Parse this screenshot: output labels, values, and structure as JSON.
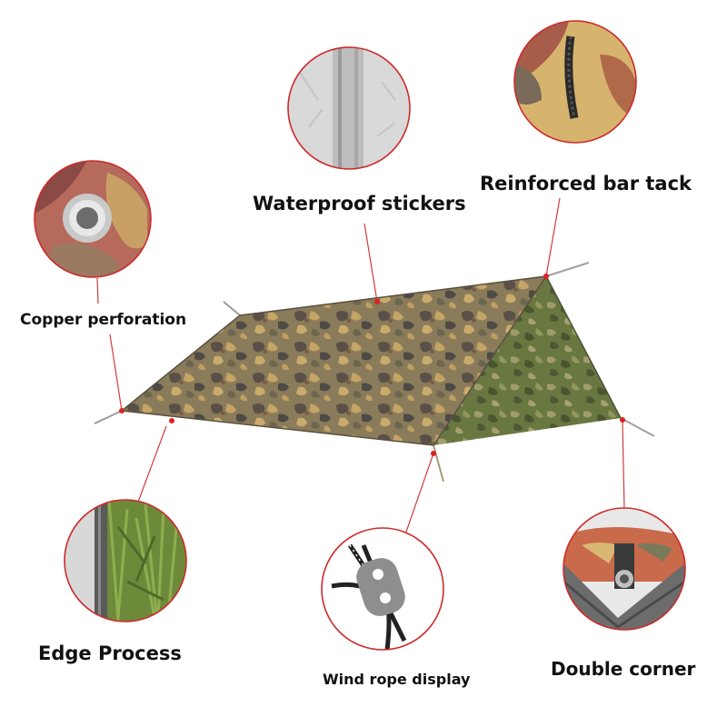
{
  "labels": {
    "copper_perforation": "Copper perforation",
    "waterproof_stickers": "Waterproof stickers",
    "reinforced_bar_tack": "Reinforced bar tack",
    "edge_process": "Edge Process",
    "wind_rope_display": "Wind rope display",
    "double_corner": "Double corner"
  },
  "colors": {
    "callout_line": "#d23b3b",
    "callout_dot": "#e02020",
    "circle_border": "#cc2b2b",
    "camo_top": "#8a7a58",
    "camo_side": "#6f7d46",
    "label_text": "#111111"
  }
}
